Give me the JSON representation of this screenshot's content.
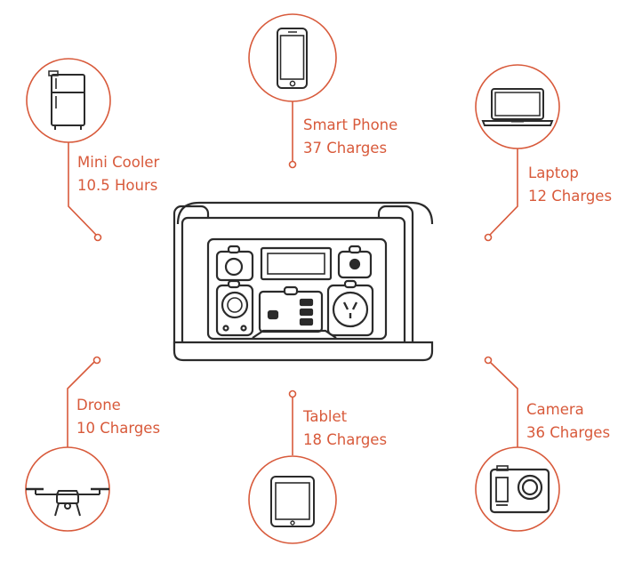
{
  "colors": {
    "accent": "#d85a3b",
    "device": "#2b2b2b",
    "background": "#ffffff"
  },
  "devices": [
    {
      "id": "smart-phone",
      "icon": "smartphone-icon",
      "name": "Smart Phone",
      "capacity": "37 Charges"
    },
    {
      "id": "mini-cooler",
      "icon": "refrigerator-icon",
      "name": "Mini Cooler",
      "capacity": "10.5 Hours"
    },
    {
      "id": "laptop",
      "icon": "laptop-icon",
      "name": "Laptop",
      "capacity": "12 Charges"
    },
    {
      "id": "drone",
      "icon": "drone-icon",
      "name": "Drone",
      "capacity": "10 Charges"
    },
    {
      "id": "tablet",
      "icon": "tablet-icon",
      "name": "Tablet",
      "capacity": "18 Charges"
    },
    {
      "id": "camera",
      "icon": "action-camera-icon",
      "name": "Camera",
      "capacity": "36 Charges"
    }
  ],
  "center_icon": "power-station-icon"
}
